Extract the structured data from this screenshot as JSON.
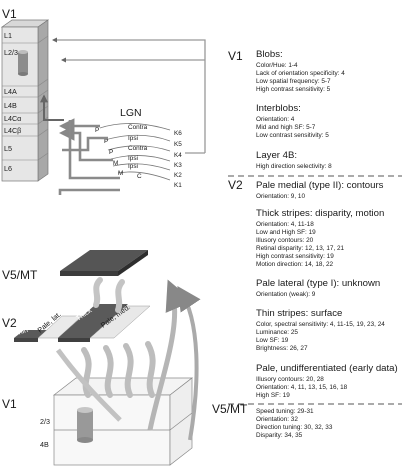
{
  "top_block": {
    "title": "V1",
    "layers": [
      "L1",
      "L2/3",
      "L4A",
      "L4B",
      "L4Cα",
      "L4Cβ",
      "L5",
      "L6"
    ],
    "lgn": {
      "title": "LGN",
      "left_letters": [
        "P",
        "P",
        "P",
        "M",
        "M"
      ],
      "inputs": [
        "Contra",
        "Ipsi",
        "Contra",
        "Ipsi",
        "Ipsi",
        "C"
      ],
      "layers": [
        "K6",
        "K5",
        "K4",
        "K3",
        "K2",
        "K1"
      ]
    }
  },
  "v1_properties": {
    "heading": "V1",
    "groups": [
      {
        "title": "Blobs:",
        "items": [
          "Color/Hue: 1-4",
          "Lack of orientation specificity: 4",
          "Low spatial frequency: 5-7",
          "High contrast sensitivity: 5"
        ]
      },
      {
        "title": "Interblobs:",
        "items": [
          "Orientation: 4",
          "Mid and high SF: 5-7",
          "Low contrast sensitivity: 5"
        ]
      },
      {
        "title": "Layer 4B:",
        "items": [
          "High direction selectivity: 8"
        ]
      }
    ]
  },
  "v2_properties": {
    "heading": "V2",
    "groups": [
      {
        "title": "Pale medial (type II): contours",
        "items": [
          "Orientation: 9, 10"
        ]
      },
      {
        "title": "Thick stripes: disparity, motion",
        "items": [
          "Orientation: 4, 11-18",
          "Low and High SF: 19",
          "Illusory contours: 20",
          "Retinal disparity: 12, 13, 17, 21",
          "High contrast sensitivity: 19",
          "Motion direction: 14, 18, 22"
        ]
      },
      {
        "title": "Pale lateral (type I): unknown",
        "items": [
          "Orientation (weak): 9"
        ]
      },
      {
        "title": "Thin stripes: surface",
        "items": [
          "Color, spectral sensitivity: 4, 11-15, 19, 23, 24",
          "Luminance: 25",
          "Low SF: 19",
          "Brightness: 26, 27"
        ]
      },
      {
        "title": "Pale, undifferentiated (early data)",
        "items": [
          "Illusory contours: 20, 28",
          "Orientation: 4, 11, 13, 15, 16, 18",
          "High SF: 19"
        ]
      }
    ]
  },
  "v5_properties": {
    "heading": "V5/MT",
    "items": [
      "Speed tuning: 29-31",
      "Orientation: 32",
      "Direction tuning: 30, 32, 33",
      "Disparity: 34, 35"
    ]
  },
  "bottom_diagram": {
    "v5_label": "V5/MT",
    "v2_label": "V2",
    "v1_label": "V1",
    "v1_layer_labels": [
      "2/3",
      "4B"
    ],
    "stripes": [
      "Thin",
      "Pale, lat.",
      "Thick",
      "Pale, med."
    ]
  }
}
